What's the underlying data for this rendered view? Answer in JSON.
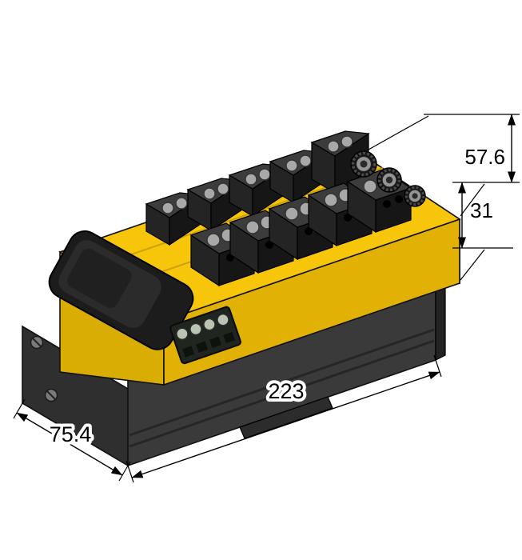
{
  "drawing": {
    "dimensions": {
      "total_height": "57.6",
      "upper_height": "31",
      "length": "223",
      "depth": "75.4"
    },
    "colors": {
      "background": "#FFFFFF",
      "housing_yellow": "#F7C60B",
      "housing_yellow_shade": "#E2B106",
      "housing_yellow_dark": "#D9AD04",
      "body_dark": "#2E2E2E",
      "line": "#000000"
    }
  }
}
